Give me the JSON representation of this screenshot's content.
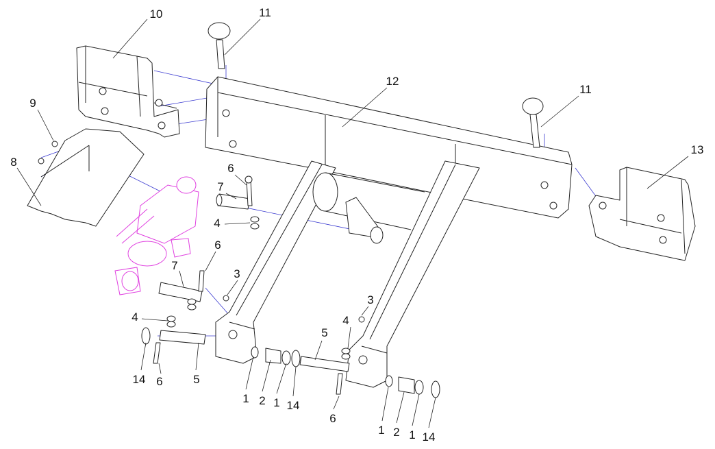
{
  "callouts": [
    "10",
    "11",
    "12",
    "11",
    "13",
    "9",
    "8",
    "6",
    "7",
    "4",
    "6",
    "7",
    "3",
    "4",
    "3",
    "4",
    "5",
    "14",
    "6",
    "5",
    "1",
    "2",
    "1",
    "14",
    "6",
    "1",
    "2",
    "1",
    "14"
  ],
  "colors": {
    "line": "#222222",
    "hidden_line": "#3a3ad0",
    "highlight": "#e040e0"
  }
}
